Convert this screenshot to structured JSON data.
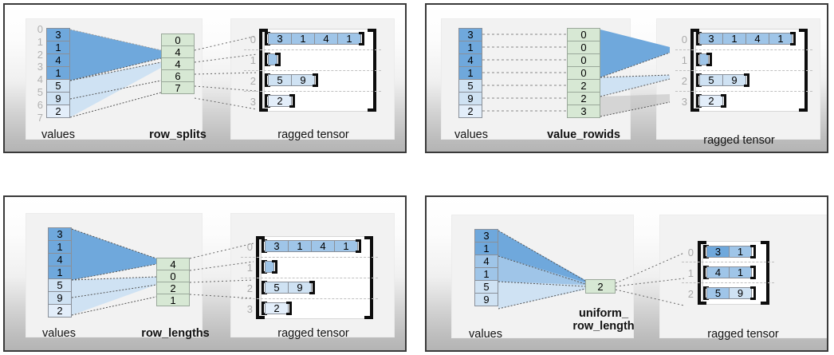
{
  "values_label": "values",
  "ragged_label": "ragged tensor",
  "colors": {
    "blue_dark": "#6fa8dc",
    "blue_mid": "#9fc5e8",
    "blue_light": "#cfe2f3",
    "blue_lighter": "#e3eefa",
    "green": "#d7e8d4",
    "cell_border": "#8a9099",
    "index_gray": "#b0b0b0",
    "bracket": "#0d0d0d",
    "panel_border": "#3a3a3a",
    "card_bg": "#f2f2f2"
  },
  "panels": [
    {
      "name": "row_splits",
      "partition_label": "row_splits",
      "show_value_indices": true,
      "value_indices": [
        "0",
        "1",
        "2",
        "3",
        "4",
        "5",
        "6",
        "7"
      ],
      "values": [
        "3",
        "1",
        "4",
        "1",
        "5",
        "9",
        "2"
      ],
      "partition": [
        "0",
        "4",
        "4",
        "6",
        "7"
      ],
      "rows": [
        {
          "index": "0",
          "cells": [
            "3",
            "1",
            "4",
            "1"
          ]
        },
        {
          "index": "1",
          "cells": []
        },
        {
          "index": "2",
          "cells": [
            "5",
            "9"
          ]
        },
        {
          "index": "3",
          "cells": [
            "2"
          ]
        }
      ]
    },
    {
      "name": "value_rowids",
      "partition_label": "value_rowids",
      "show_value_indices": false,
      "value_indices": [],
      "values": [
        "3",
        "1",
        "4",
        "1",
        "5",
        "9",
        "2"
      ],
      "partition": [
        "0",
        "0",
        "0",
        "0",
        "2",
        "2",
        "3"
      ],
      "rows": [
        {
          "index": "0",
          "cells": [
            "3",
            "1",
            "4",
            "1"
          ]
        },
        {
          "index": "1",
          "cells": []
        },
        {
          "index": "2",
          "cells": [
            "5",
            "9"
          ]
        },
        {
          "index": "3",
          "cells": [
            "2"
          ]
        }
      ]
    },
    {
      "name": "row_lengths",
      "partition_label": "row_lengths",
      "show_value_indices": false,
      "value_indices": [],
      "values": [
        "3",
        "1",
        "4",
        "1",
        "5",
        "9",
        "2"
      ],
      "partition": [
        "4",
        "0",
        "2",
        "1"
      ],
      "rows": [
        {
          "index": "0",
          "cells": [
            "3",
            "1",
            "4",
            "1"
          ]
        },
        {
          "index": "1",
          "cells": []
        },
        {
          "index": "2",
          "cells": [
            "5",
            "9"
          ]
        },
        {
          "index": "3",
          "cells": [
            "2"
          ]
        }
      ]
    },
    {
      "name": "uniform_row_length",
      "partition_label": "uniform_\nrow_length",
      "show_value_indices": false,
      "value_indices": [],
      "values": [
        "3",
        "1",
        "4",
        "1",
        "5",
        "9"
      ],
      "partition": [
        "2"
      ],
      "rows": [
        {
          "index": "0",
          "cells": [
            "3",
            "1"
          ]
        },
        {
          "index": "1",
          "cells": [
            "4",
            "1"
          ]
        },
        {
          "index": "2",
          "cells": [
            "5",
            "9"
          ]
        }
      ]
    }
  ]
}
